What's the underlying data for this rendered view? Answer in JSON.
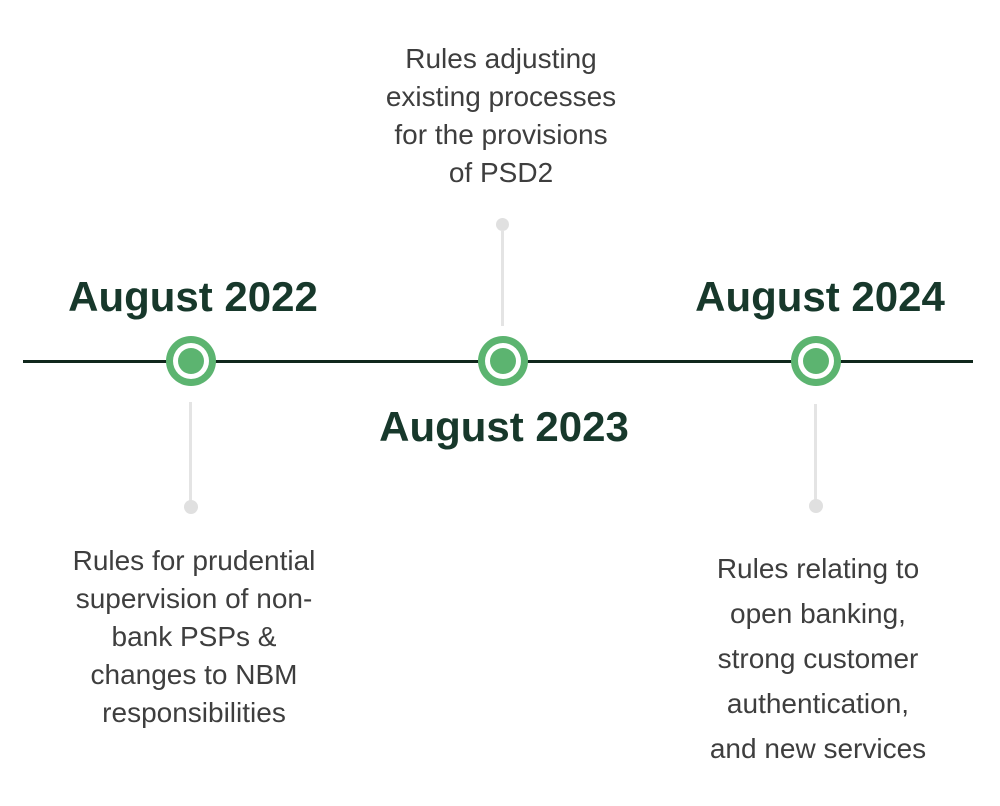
{
  "timeline": {
    "colors": {
      "accent_green": "#5cb470",
      "heading_dark_green": "#17382b",
      "axis_line_dark": "#10271c",
      "body_text_gray": "#3e3e3e",
      "connector_gray": "#e4e4e4",
      "background": "#ffffff"
    },
    "milestones": [
      {
        "date": "August 2022",
        "date_position": "above-line",
        "description_position": "below-line",
        "description_lines": [
          "Rules for prudential",
          "supervision of non-",
          "bank PSPs &",
          "changes to  NBM",
          "responsibilities"
        ]
      },
      {
        "date": "August 2023",
        "date_position": "below-line",
        "description_position": "above-line",
        "description_lines": [
          "Rules adjusting",
          "existing processes",
          "for the provisions",
          "of PSD2"
        ]
      },
      {
        "date": "August 2024",
        "date_position": "above-line",
        "description_position": "below-line",
        "description_lines": [
          "Rules relating to",
          "open banking,",
          "strong customer",
          "authentication,",
          "and new services"
        ]
      }
    ]
  }
}
